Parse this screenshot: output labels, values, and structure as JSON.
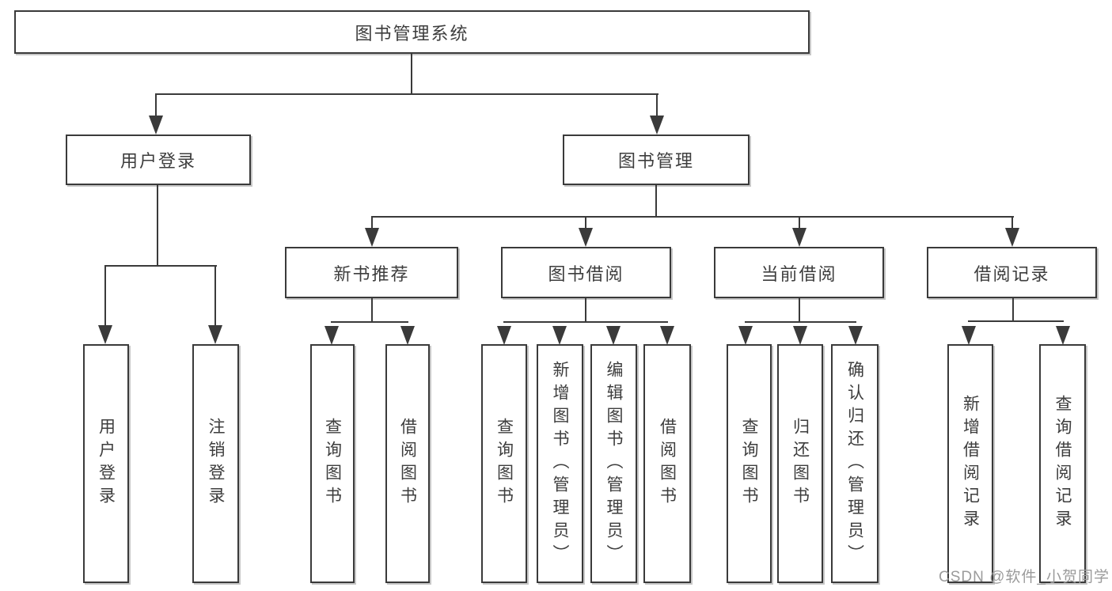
{
  "diagram": {
    "root": {
      "label": "图书管理系统"
    },
    "branches": {
      "user_login": {
        "label": "用户登录",
        "children": [
          {
            "label": "用户登录"
          },
          {
            "label": "注销登录"
          }
        ]
      },
      "book_management": {
        "label": "图书管理",
        "children": [
          {
            "label": "新书推荐",
            "children": [
              {
                "label": "查询图书"
              },
              {
                "label": "借阅图书"
              }
            ]
          },
          {
            "label": "图书借阅",
            "children": [
              {
                "label": "查询图书"
              },
              {
                "label": "新增图书（管理员）"
              },
              {
                "label": "编辑图书（管理员）"
              },
              {
                "label": "借阅图书"
              }
            ]
          },
          {
            "label": "当前借阅",
            "children": [
              {
                "label": "查询图书"
              },
              {
                "label": "归还图书"
              },
              {
                "label": "确认归还（管理员）"
              }
            ]
          },
          {
            "label": "借阅记录",
            "children": [
              {
                "label": "新增借阅记录"
              },
              {
                "label": "查询借阅记录"
              }
            ]
          }
        ]
      }
    },
    "watermark": "CSDN @软件_小贺同学"
  },
  "colors": {
    "line": "#3a3a3a",
    "text": "#3d3d3d",
    "watermark": "#9b9b9b",
    "background": "#ffffff"
  }
}
